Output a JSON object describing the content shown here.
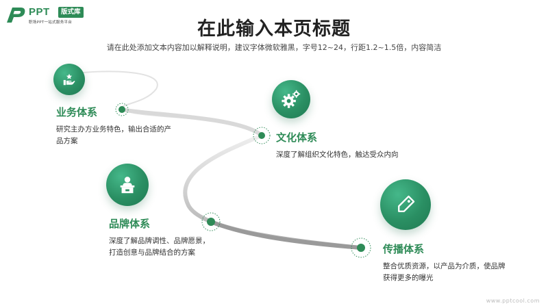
{
  "logo": {
    "word": "PPT",
    "badge": "版式库",
    "sub": "职场PPT一站式服务平台"
  },
  "header": {
    "title": "在此输入本页标题",
    "subtitle": "请在此处添加文本内容加以解释说明，建议字体微软雅黑，字号12~24，行距1.2~1.5倍，内容简洁"
  },
  "blocks": [
    {
      "id": "business",
      "title": "业务体系",
      "desc_lines": [
        "研究主办方业务特色，输出合适的产",
        "品方案"
      ],
      "icon": "hand-star-icon"
    },
    {
      "id": "culture",
      "title": "文化体系",
      "desc_lines": [
        "深度了解组织文化特色，触达受众内向"
      ],
      "icon": "gear-icon"
    },
    {
      "id": "brand",
      "title": "品牌体系",
      "desc_lines": [
        "深度了解品牌调性、品牌愿景，",
        "打造创意与品牌结合的方案"
      ],
      "icon": "presenter-icon"
    },
    {
      "id": "spread",
      "title": "传播体系",
      "desc_lines": [
        "整合优质资源，以产品为介质，使品牌",
        "获得更多的曝光"
      ],
      "icon": "tag-icon"
    }
  ],
  "footer": {
    "url": "www.pptcool.com"
  },
  "colors": {
    "accent": "#2e8b57",
    "accent_light": "#45b88a"
  }
}
